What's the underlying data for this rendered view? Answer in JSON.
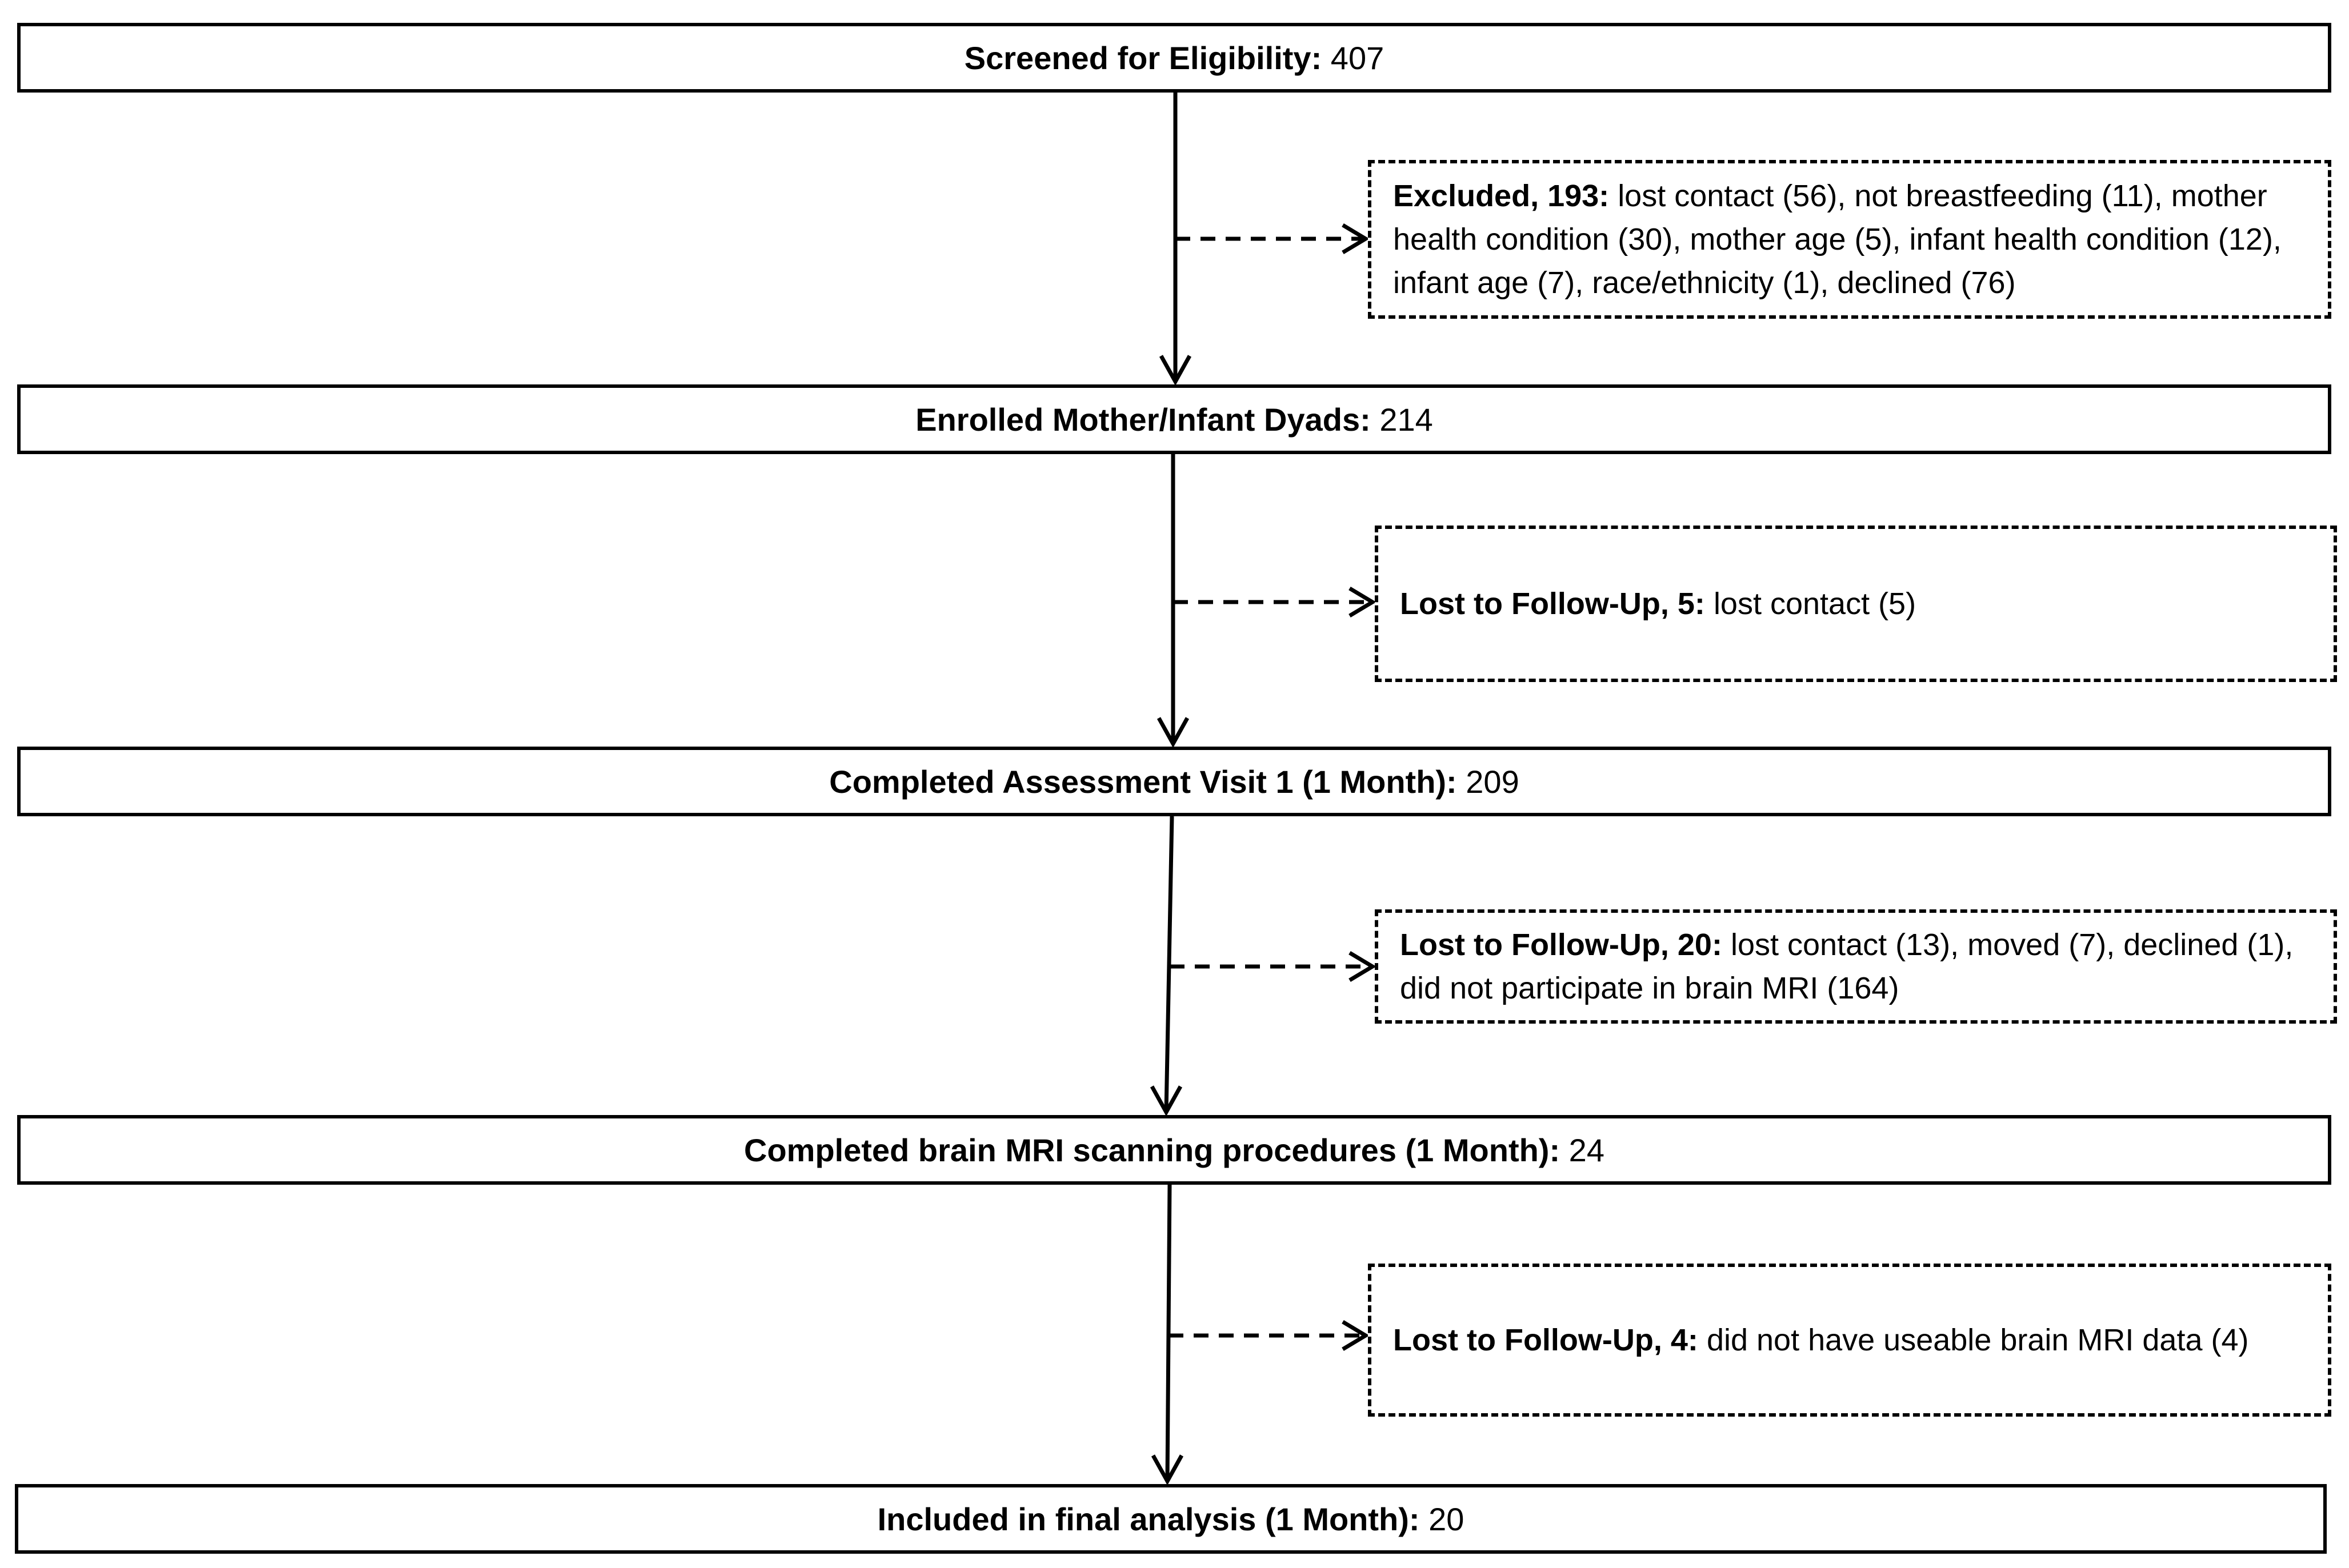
{
  "stages": [
    {
      "label": "Screened for Eligibility:",
      "value": "407"
    },
    {
      "label": "Enrolled Mother/Infant Dyads:",
      "value": "214"
    },
    {
      "label": "Completed Assessment Visit 1 (1 Month):",
      "value": "209"
    },
    {
      "label": "Completed brain MRI scanning procedures (1 Month):",
      "value": "24"
    },
    {
      "label": "Included in final analysis (1 Month):",
      "value": "20"
    }
  ],
  "exclusions": [
    {
      "label": "Excluded, 193:",
      "detail": "lost contact (56), not breastfeeding (11), mother health condition (30), mother age (5), infant health condition (12), infant age (7), race/ethnicity (1), declined (76)"
    },
    {
      "label": "Lost to Follow-Up, 5:",
      "detail": "lost contact (5)"
    },
    {
      "label": "Lost to Follow-Up, 20:",
      "detail": "lost contact (13), moved (7), declined (1), did not participate in brain MRI (164)"
    },
    {
      "label": "Lost to Follow-Up, 4:",
      "detail": "did not have useable brain MRI data (4)"
    }
  ]
}
